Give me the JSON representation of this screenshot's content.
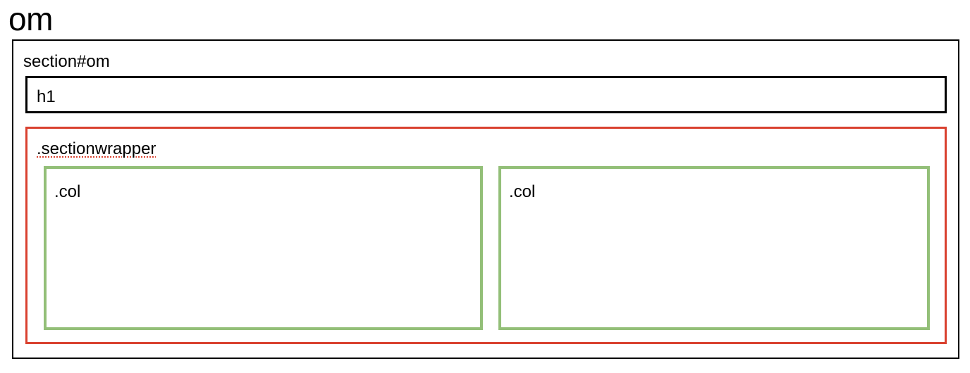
{
  "title": "om",
  "section": {
    "label": "section#om",
    "heading_label": "h1",
    "wrapper": {
      "label": ".sectionwrapper",
      "columns": [
        {
          "label": ".col"
        },
        {
          "label": ".col"
        }
      ]
    }
  },
  "colors": {
    "outer_border": "#000000",
    "wrapper_border": "#d9412f",
    "column_border": "#93bf78"
  }
}
